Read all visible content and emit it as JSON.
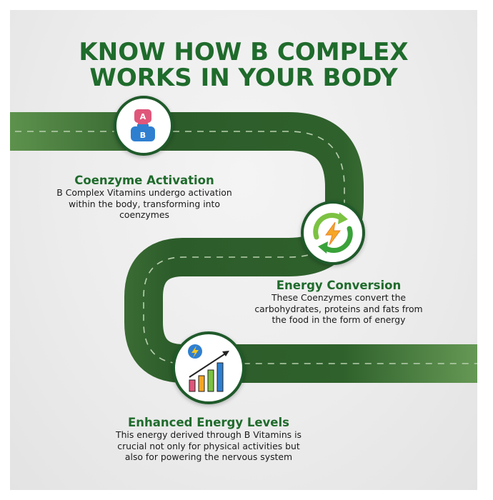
{
  "title": {
    "line1": "KNOW HOW B COMPLEX",
    "line2": "WORKS IN YOUR BODY"
  },
  "colors": {
    "title_green": "#1f6b2c",
    "road_dark": "#2c5c2a",
    "road_light": "#5f944e",
    "lane_dash": "#b7cfae"
  },
  "steps": [
    {
      "title": "Coenzyme Activation",
      "description_lines": [
        "B Complex Vitamins undergo activation",
        "within the body, transforming into",
        "coenzymes"
      ],
      "icon": "coenzyme-ab-icon",
      "icon_letters": [
        "A",
        "B"
      ]
    },
    {
      "title": "Energy Conversion",
      "description_lines": [
        "These Coenzymes convert the",
        "carbohydrates, proteins and fats from",
        "the food in the form of energy"
      ],
      "icon": "energy-cycle-icon"
    },
    {
      "title": "Enhanced Energy Levels",
      "description_lines": [
        "This energy derived through B Vitamins is",
        "crucial not only for physical activities but",
        "also for powering the nervous system"
      ],
      "icon": "growth-chart-icon"
    }
  ]
}
